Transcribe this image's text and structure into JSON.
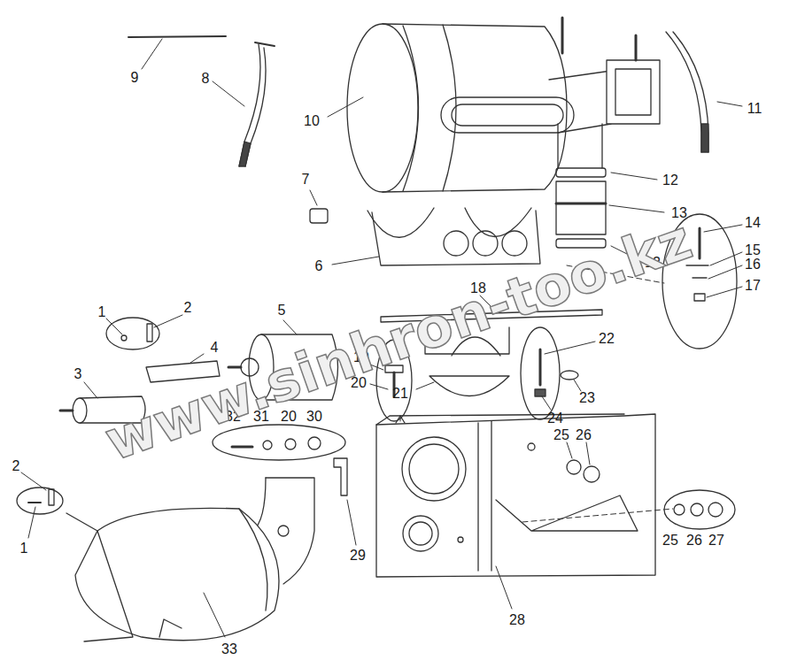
{
  "diagram": {
    "labels": [
      "9",
      "8",
      "10",
      "11",
      "7",
      "12",
      "13",
      "14",
      "15",
      "16",
      "17",
      "6",
      "12",
      "18",
      "1",
      "2",
      "5",
      "4",
      "3",
      "19",
      "20",
      "22",
      "21",
      "23",
      "24",
      "32",
      "31",
      "20",
      "30",
      "25",
      "26",
      "2",
      "1",
      "29",
      "25",
      "26",
      "27",
      "28",
      "33",
      "www.sinhron-too.kz"
    ]
  }
}
